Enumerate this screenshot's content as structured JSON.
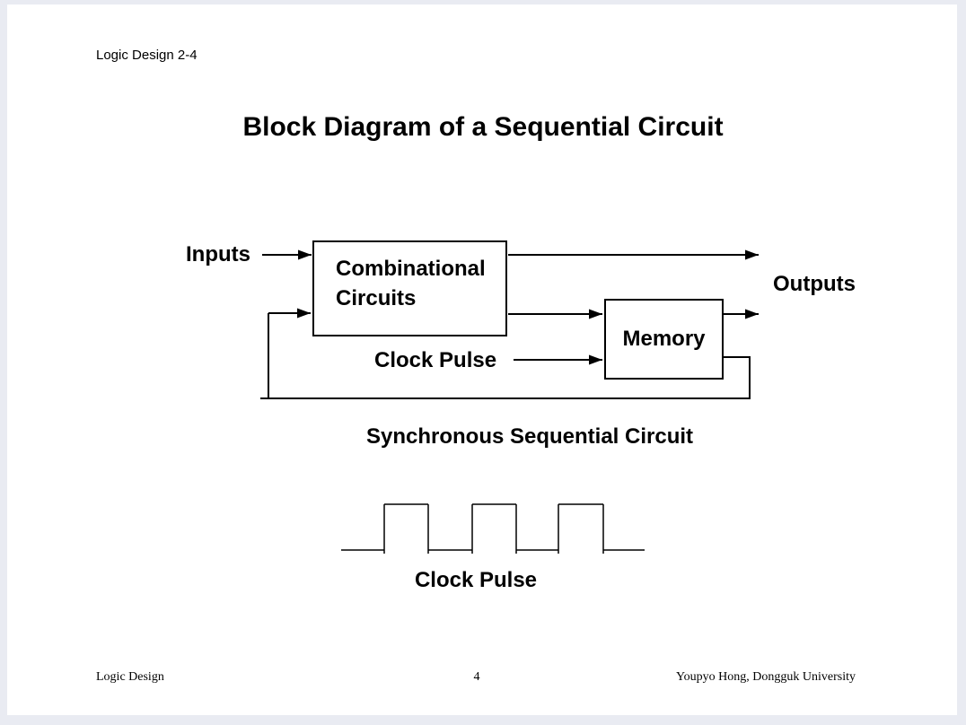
{
  "colors": {
    "backdrop": "#e9ebf2",
    "page": "#ffffff",
    "ink": "#000000"
  },
  "slide": {
    "header": "Logic Design 2-4",
    "title": "Block Diagram of a Sequential Circuit",
    "diagram": {
      "input_label": "Inputs",
      "output_label": "Outputs",
      "clock_label": "Clock Pulse",
      "blocks": [
        {
          "id": "combinational-circuits",
          "label": "Combinational Circuits"
        },
        {
          "id": "memory",
          "label": "Memory"
        }
      ],
      "connections": [
        "Inputs -> Combinational Circuits",
        "Combinational Circuits -> Outputs",
        "Combinational Circuits -> Memory",
        "Memory -> Outputs",
        "Clock Pulse -> Memory",
        "Memory -> Combinational Circuits (feedback loop)"
      ],
      "caption": "Synchronous Sequential Circuit"
    },
    "waveform": {
      "type": "square wave",
      "cycles": 3,
      "caption": "Clock Pulse"
    },
    "footer": {
      "left": "Logic Design",
      "page_number": "4",
      "right": "Youpyo Hong, Dongguk University"
    }
  }
}
